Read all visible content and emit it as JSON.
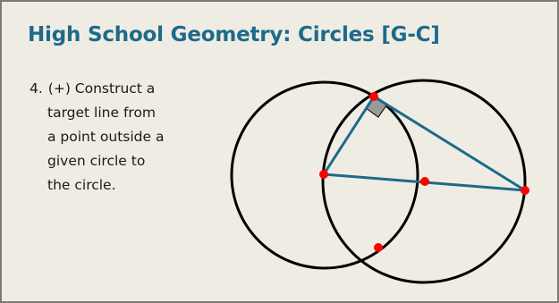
{
  "title": "High School Geometry: Circles [G-C]",
  "standard": {
    "number": "4.",
    "lines": [
      "(+) Construct a",
      "target line from",
      "a point outside a",
      "given circle to",
      "the circle."
    ]
  },
  "figure": {
    "circle_stroke": "#000000",
    "segment_stroke": "#1d6a8c",
    "point_color": "#ff0000",
    "right_angle_fill": "#9a9a9a"
  }
}
